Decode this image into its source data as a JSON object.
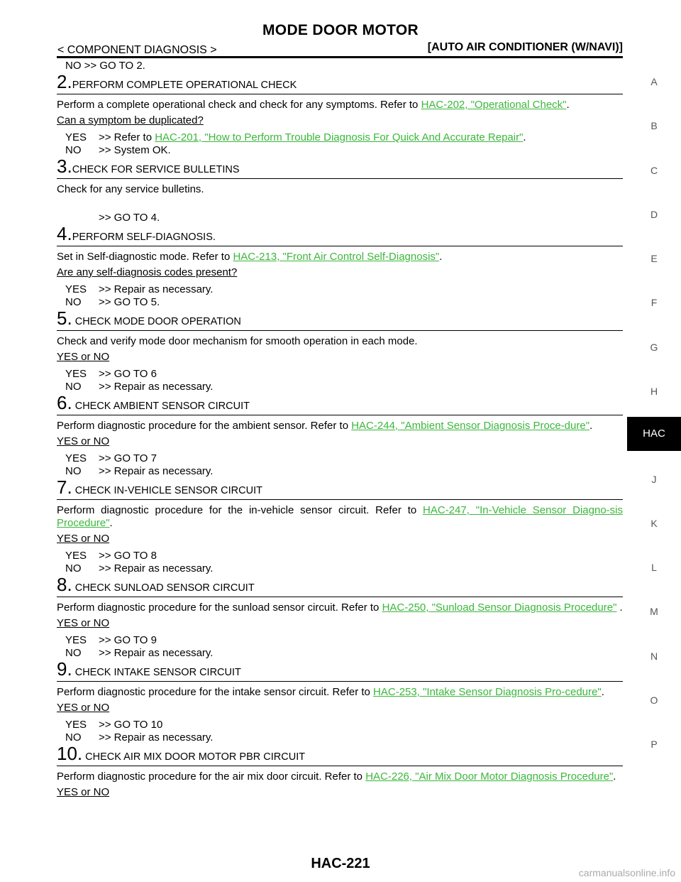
{
  "header": {
    "title": "MODE DOOR MOTOR",
    "section": "< COMPONENT DIAGNOSIS >",
    "bracket": "[AUTO AIR CONDITIONER (W/NAVI)]"
  },
  "side_index": [
    "A",
    "B",
    "C",
    "D",
    "E",
    "F",
    "G",
    "H",
    "HAC",
    "J",
    "K",
    "L",
    "M",
    "N",
    "O",
    "P"
  ],
  "side_active": "HAC",
  "content": {
    "top_no": "NO      >> GO TO 2.",
    "s2": {
      "num": "2.",
      "title": "PERFORM COMPLETE OPERATIONAL CHECK",
      "text_pre": "Perform a complete operational check and check for any symptoms. Refer to ",
      "link": "HAC-202, \"Operational Check\"",
      "text_post": ".",
      "question": "Can a symptom be duplicated?",
      "yes_label": "YES",
      "yes_pre": ">> Refer to ",
      "yes_link": "HAC-201, \"How to Perform Trouble Diagnosis For Quick And Accurate Repair\"",
      "yes_post": ".",
      "no_label": "NO",
      "no_text": ">> System OK."
    },
    "s3": {
      "num": "3.",
      "title": "CHECK FOR SERVICE BULLETINS",
      "text": "Check for any service bulletins.",
      "goto": ">> GO TO 4."
    },
    "s4": {
      "num": "4.",
      "title": "PERFORM SELF-DIAGNOSIS.",
      "text_pre": "Set in Self-diagnostic mode. Refer to ",
      "link": "HAC-213, \"Front Air Control Self-Diagnosis\"",
      "text_post": ".",
      "question": "Are any self-diagnosis codes present?",
      "yes_label": "YES",
      "yes_text": ">> Repair as necessary.",
      "no_label": "NO",
      "no_text": ">> GO TO 5."
    },
    "s5": {
      "num": "5.",
      "title": " CHECK MODE DOOR OPERATION",
      "text": "Check and verify mode door mechanism for smooth operation in each mode.",
      "question": "YES or NO",
      "yes_label": "YES",
      "yes_text": ">> GO TO 6",
      "no_label": "NO",
      "no_text": ">> Repair as necessary."
    },
    "s6": {
      "num": "6.",
      "title": " CHECK AMBIENT SENSOR CIRCUIT",
      "text_pre": "Perform diagnostic procedure for the ambient sensor. Refer to ",
      "link": "HAC-244, \"Ambient Sensor Diagnosis Proce-dure\"",
      "text_post": ".",
      "question": "YES or NO",
      "yes_label": "YES",
      "yes_text": ">> GO TO 7",
      "no_label": "NO",
      "no_text": ">> Repair as necessary."
    },
    "s7": {
      "num": "7.",
      "title": " CHECK IN-VEHICLE SENSOR CIRCUIT",
      "text_pre": "Perform diagnostic procedure for the in-vehicle sensor circuit. Refer to ",
      "link": "HAC-247, \"In-Vehicle Sensor Diagno-sis Procedure\"",
      "text_post": ".",
      "question": "YES or NO",
      "yes_label": "YES",
      "yes_text": ">> GO TO 8",
      "no_label": "NO",
      "no_text": ">> Repair as necessary."
    },
    "s8": {
      "num": "8.",
      "title": " CHECK SUNLOAD SENSOR CIRCUIT",
      "text_pre": "Perform diagnostic procedure for the sunload sensor circuit. Refer to ",
      "link": "HAC-250, \"Sunload Sensor Diagnosis Procedure\"",
      "text_post": " .",
      "question": "YES or NO",
      "yes_label": "YES",
      "yes_text": ">> GO TO 9",
      "no_label": "NO",
      "no_text": ">> Repair as necessary."
    },
    "s9": {
      "num": "9.",
      "title": " CHECK INTAKE SENSOR CIRCUIT",
      "text_pre": "Perform diagnostic procedure for the intake sensor circuit. Refer to ",
      "link": "HAC-253, \"Intake Sensor Diagnosis Pro-cedure\"",
      "text_post": ".",
      "question": "YES or NO",
      "yes_label": "YES",
      "yes_text": ">> GO TO 10",
      "no_label": "NO",
      "no_text": ">> Repair as necessary."
    },
    "s10": {
      "num": "10.",
      "title": " CHECK AIR MIX DOOR MOTOR PBR CIRCUIT",
      "text_pre": "Perform diagnostic procedure for the air mix door circuit. Refer to ",
      "link": "HAC-226, \"Air Mix Door Motor Diagnosis Procedure\"",
      "text_post": ".",
      "question": "YES or NO"
    }
  },
  "footer": {
    "page": "HAC-221"
  },
  "watermark": "carmanualsonline.info"
}
